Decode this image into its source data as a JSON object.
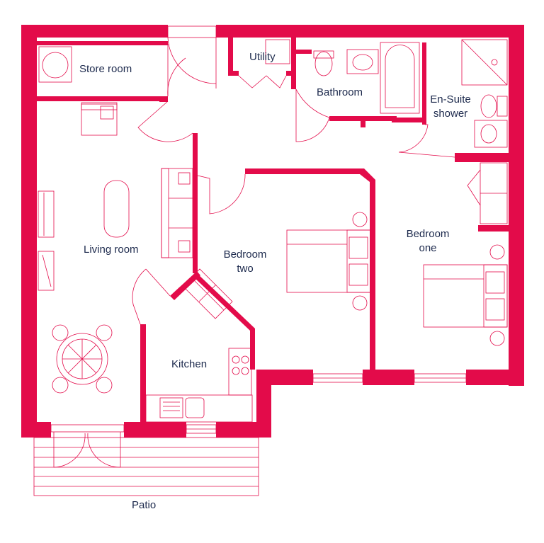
{
  "rooms": {
    "store_room": "Store room",
    "utility": "Utility",
    "bathroom": "Bathroom",
    "ensuite_line1": "En-Suite",
    "ensuite_line2": "shower",
    "living_room": "Living room",
    "bedroom_two_line1": "Bedroom",
    "bedroom_two_line2": "two",
    "bedroom_one_line1": "Bedroom",
    "bedroom_one_line2": "one",
    "kitchen": "Kitchen",
    "patio": "Patio"
  },
  "colors": {
    "wall": "#e30b4a",
    "label": "#1d2a4d",
    "background": "#ffffff"
  }
}
